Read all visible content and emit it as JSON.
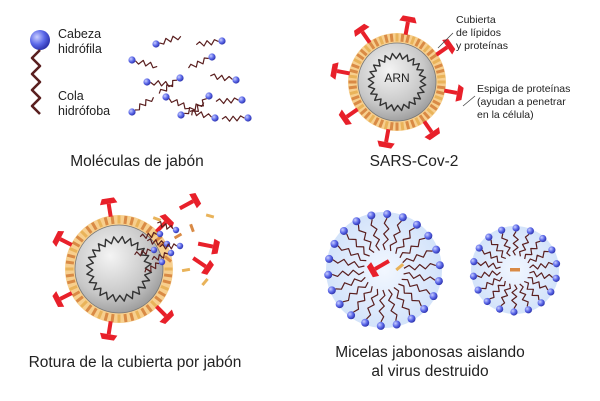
{
  "colors": {
    "head": "#5a67e8",
    "head_dark": "#2a2fa8",
    "tail": "#5a1f1f",
    "envelope": "#f7cf8e",
    "lipid": "#d98a45",
    "lipid_alt": "#e9b35a",
    "core": "#cfcfcf",
    "spike": "#e8202a",
    "micelle": "#dde9fb"
  },
  "legend": {
    "head_label_1": "Cabeza",
    "head_label_2": "hidrófila",
    "tail_label_1": "Cola",
    "tail_label_2": "hidrófoba"
  },
  "virus": {
    "rna_label": "ARN",
    "envelope_label_1": "Cubierta",
    "envelope_label_2": "de lípidos",
    "envelope_label_3": "y proteínas",
    "spike_label_1": "Espiga de proteínas",
    "spike_label_2": "(ayudan a penetrar",
    "spike_label_3": "en la célula)"
  },
  "captions": {
    "soap": "Moléculas de jabón",
    "virus": "SARS-Cov-2",
    "rupture": "Rotura de la cubierta por jabón",
    "micelles_1": "Micelas jabonosas aislando",
    "micelles_2": "al virus destruido"
  }
}
